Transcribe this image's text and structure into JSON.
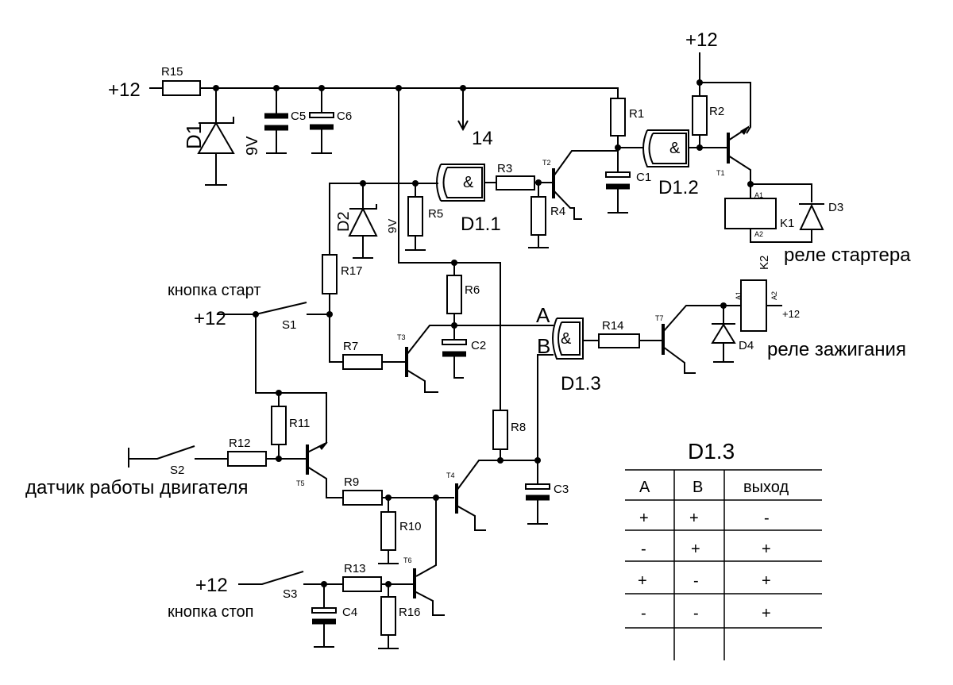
{
  "labels": {
    "plus12_top_left": "+12",
    "plus12_top_right": "+12",
    "plus12_start": "+12",
    "plus12_stop": "+12",
    "plus12_k2": "+12",
    "pin14": "14",
    "d1": "D1",
    "d1_v": "9V",
    "d2": "D2",
    "d2_v": "9V",
    "d3": "D3",
    "d4": "D4",
    "c1": "C1",
    "c2": "C2",
    "c3": "C3",
    "c4": "C4",
    "c5": "C5",
    "c6": "C6",
    "r1": "R1",
    "r2": "R2",
    "r3": "R3",
    "r4": "R4",
    "r5": "R5",
    "r6": "R6",
    "r7": "R7",
    "r8": "R8",
    "r9": "R9",
    "r10": "R10",
    "r11": "R11",
    "r12": "R12",
    "r13": "R13",
    "r14": "R14",
    "r15": "R15",
    "r16": "R16",
    "r17": "R17",
    "t1": "T1",
    "t2": "T2",
    "t3": "T3",
    "t4": "T4",
    "t5": "T5",
    "t6": "T6",
    "t7": "T7",
    "s1": "S1",
    "s2": "S2",
    "s3": "S3",
    "k1": "K1",
    "k2": "K2",
    "a1": "A1",
    "a2": "A2",
    "k2_a1": "A1",
    "k2_a2": "A2",
    "d1_1": "D1.1",
    "d1_2": "D1.2",
    "d1_3": "D1.3",
    "and": "&",
    "in_a": "A",
    "in_b": "B",
    "starter_relay": "реле стартера",
    "ignition_relay": "реле зажигания",
    "start_button": "кнопка старт",
    "stop_button": "кнопка стоп",
    "engine_sensor": "датчик работы двигателя"
  },
  "truth_table": {
    "title": "D1.3",
    "headers": [
      "A",
      "B",
      "выход"
    ],
    "rows": [
      [
        "+",
        "+",
        "-"
      ],
      [
        "-",
        "+",
        "+"
      ],
      [
        "+",
        "-",
        "+"
      ],
      [
        "-",
        "-",
        "+"
      ]
    ]
  }
}
